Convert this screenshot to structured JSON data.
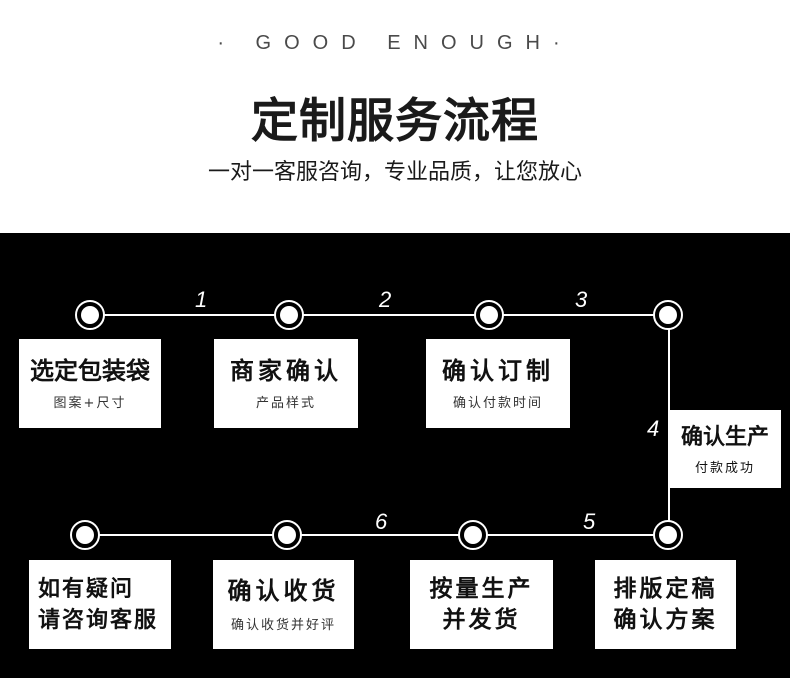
{
  "header": {
    "eyebrow": "· GOOD ENOUGH·",
    "title": "定制服务流程",
    "subtitle": "一对一客服咨询，专业品质，让您放心"
  },
  "colors": {
    "panel_background": "#000000",
    "line": "#ffffff",
    "card_background": "#ffffff",
    "text_dark": "#1a1a1a"
  },
  "flow": {
    "step_numbers": [
      "1",
      "2",
      "3",
      "4",
      "5",
      "6"
    ],
    "steps": [
      {
        "title": "选定包装袋",
        "subtitle": "图案+尺寸"
      },
      {
        "title": "商家确认",
        "subtitle": "产品样式"
      },
      {
        "title": "确认订制",
        "subtitle": "确认付款时间"
      },
      {
        "title": "确认生产",
        "subtitle": "付款成功"
      },
      {
        "line1": "排版定稿",
        "line2": "确认方案"
      },
      {
        "line1": "按量生产",
        "line2": "并发货"
      },
      {
        "title": "确认收货",
        "subtitle": "确认收货并好评"
      },
      {
        "line1": "如有疑问",
        "line2": "请咨询客服"
      }
    ]
  }
}
